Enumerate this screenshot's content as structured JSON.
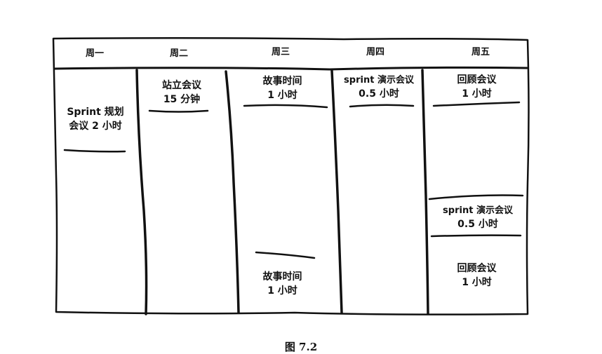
{
  "days": [
    "周一",
    "周二",
    "周三",
    "周四",
    "周五"
  ],
  "meetings": {
    "mon_planning": [
      "Sprint 规划",
      "会议 2 小时"
    ],
    "tue_standup": [
      "站立会议",
      "15 分钟"
    ],
    "wed_story_top": [
      "故事时间",
      "1 小时"
    ],
    "wed_story_bottom": [
      "故事时间",
      "1 小时"
    ],
    "thu_demo": [
      "sprint 演示会议",
      "0.5 小时"
    ],
    "fri_retro_top": [
      "回顾会议",
      "1 小时"
    ],
    "fri_demo": [
      "sprint 演示会议",
      "0.5 小时"
    ],
    "fri_retro_bottom": [
      "回顾会议",
      "1 小时"
    ]
  },
  "caption": "图 7.2"
}
